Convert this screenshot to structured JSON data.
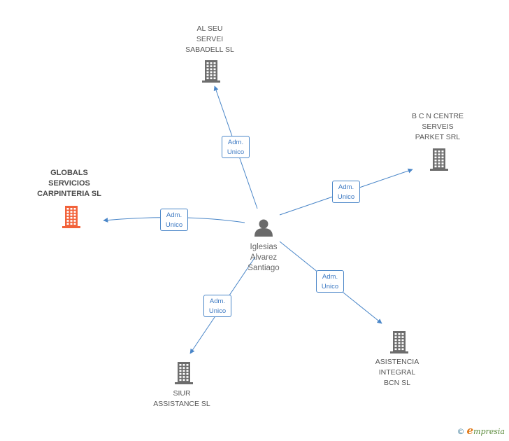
{
  "center": {
    "name": "Iglesias\nAlvarez\nSantiago",
    "icon": "person-icon"
  },
  "colors": {
    "edge": "#4a86c8",
    "building": "#6d6d6d",
    "building_main": "#f2623a"
  },
  "nodes": [
    {
      "id": "al-seu",
      "label": "AL SEU\nSERVEI\nSABADELL SL",
      "edge_label": "Adm.\nUnico",
      "main": false
    },
    {
      "id": "bcn-centre",
      "label": "B C N CENTRE\nSERVEIS\nPARKET SRL",
      "edge_label": "Adm.\nUnico",
      "main": false
    },
    {
      "id": "globals",
      "label": "GLOBALS\nSERVICIOS\nCARPINTERIA SL",
      "edge_label": "Adm.\nUnico",
      "main": true
    },
    {
      "id": "asistencia",
      "label": "ASISTENCIA\nINTEGRAL\nBCN SL",
      "edge_label": "Adm.\nUnico",
      "main": false
    },
    {
      "id": "siur",
      "label": "SIUR\nASSISTANCE SL",
      "edge_label": "Adm.\nUnico",
      "main": false
    }
  ],
  "footer": {
    "copyright": "©",
    "brand_initial": "e",
    "brand_rest": "mpresia"
  }
}
